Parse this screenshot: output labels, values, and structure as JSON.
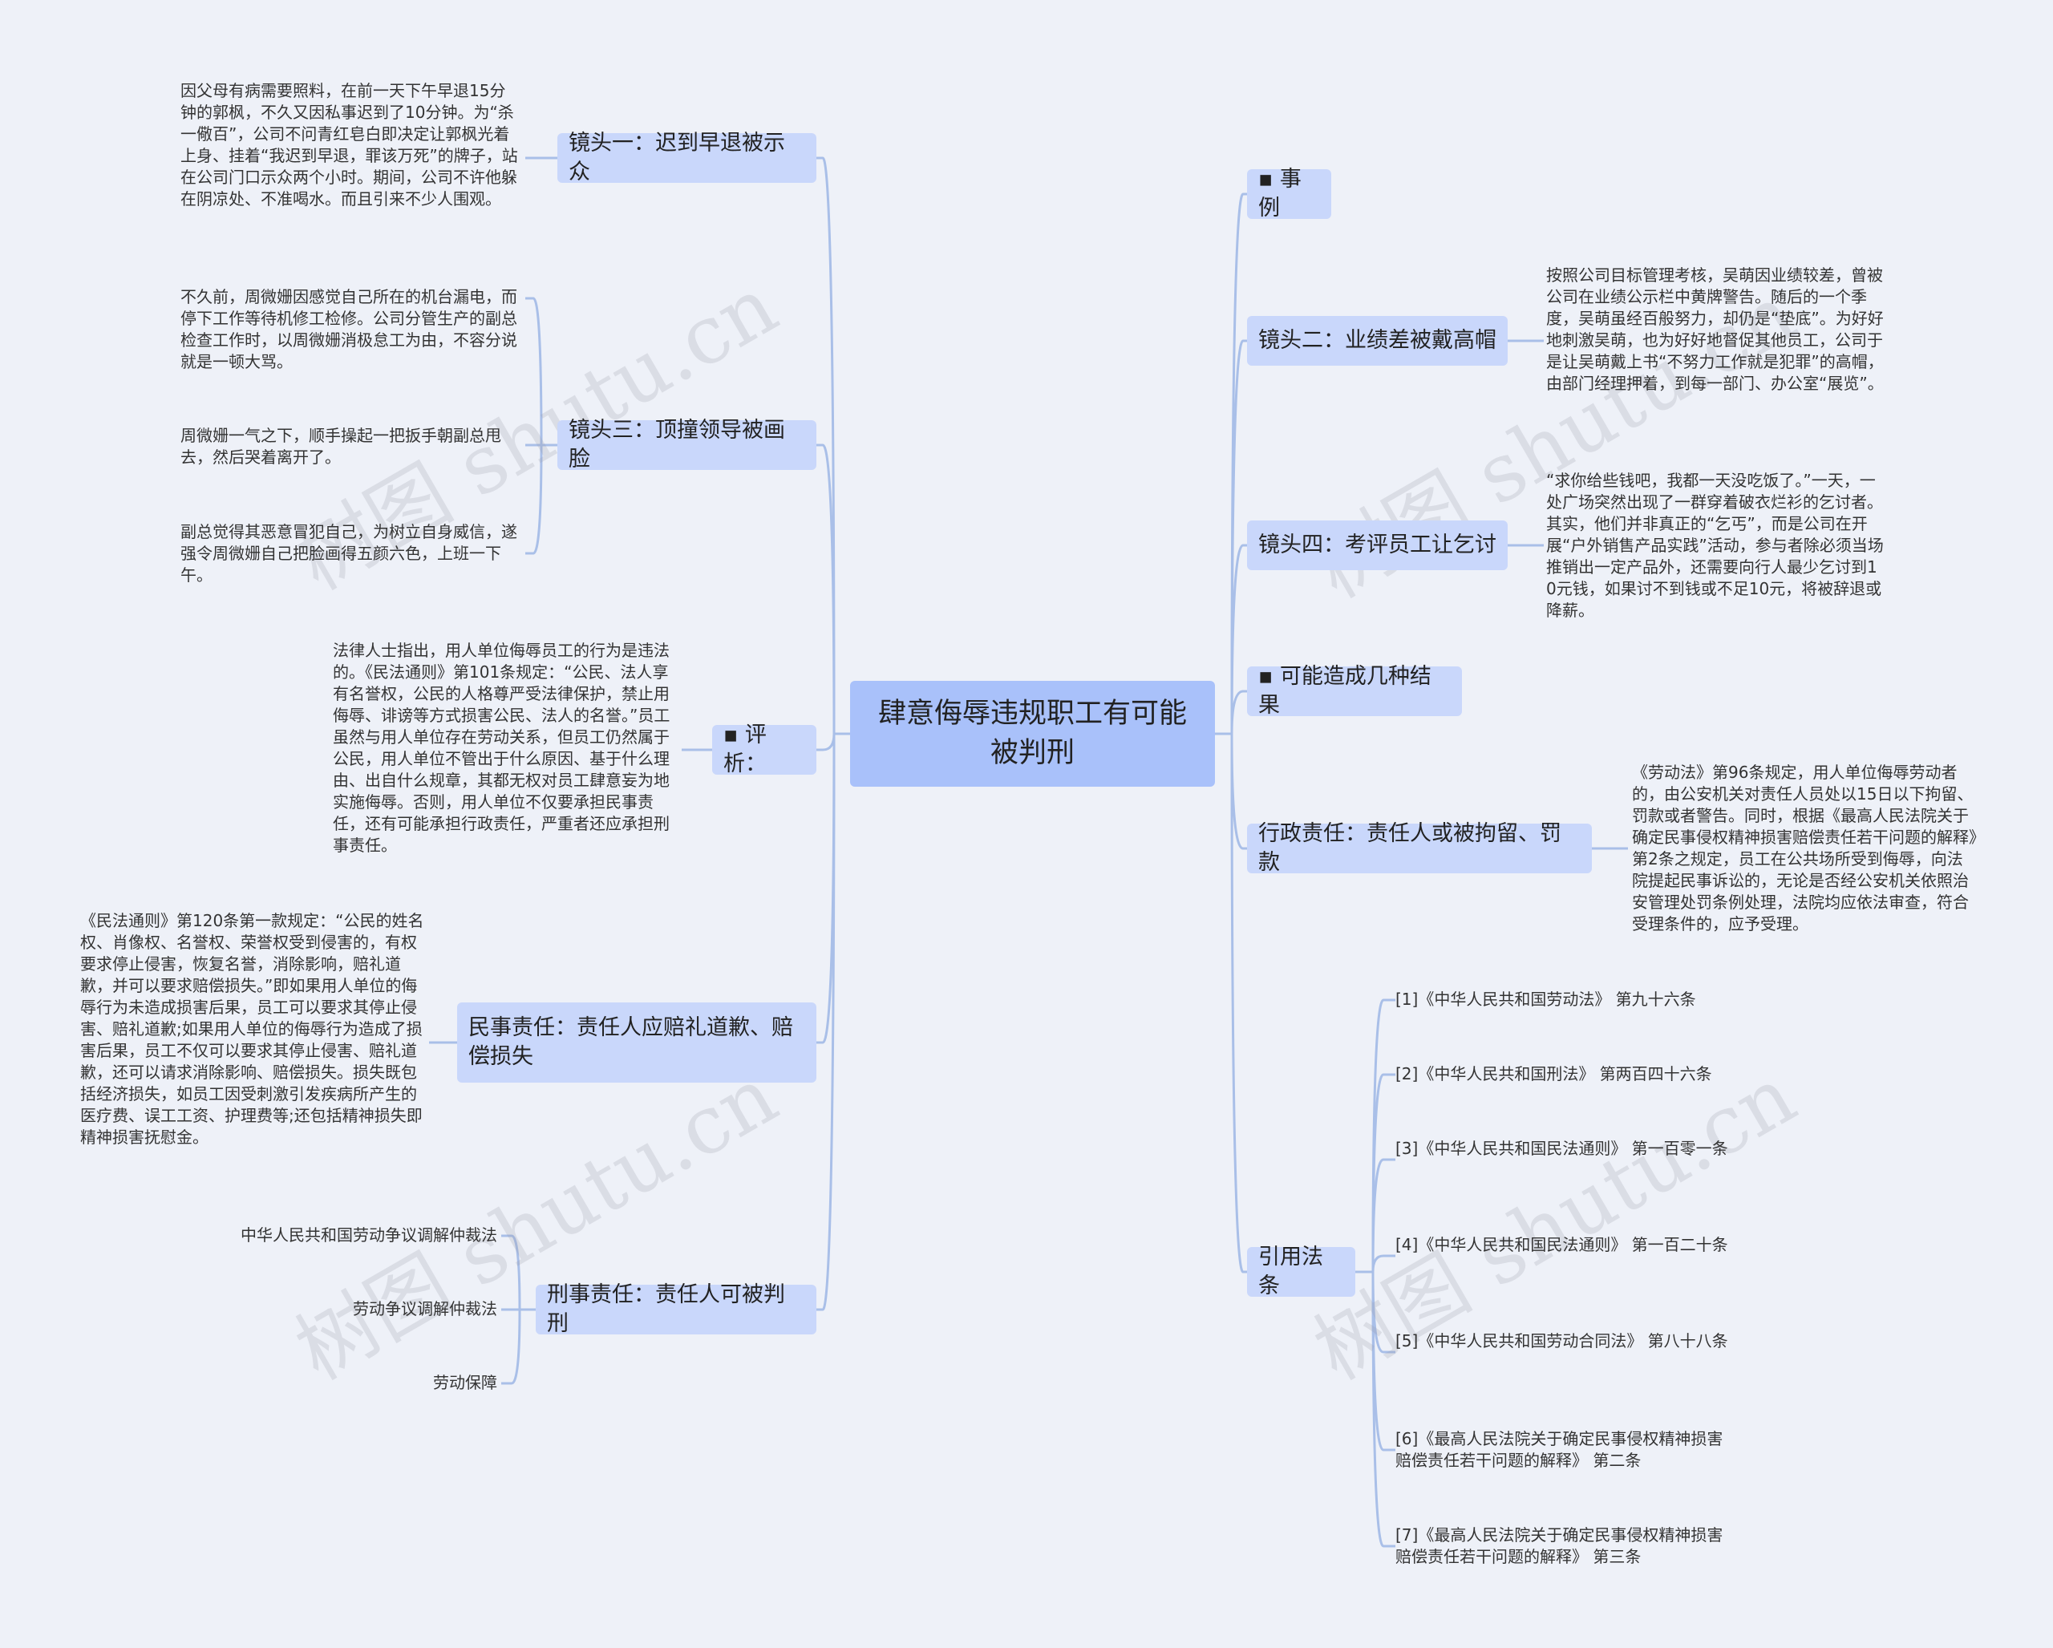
{
  "root": "肆意侮辱违规职工有可能被判刑",
  "left": {
    "jt1": {
      "label": "镜头一：迟到早退被示众",
      "text": "因父母有病需要照料，在前一天下午早退15分钟的郭枫，不久又因私事迟到了10分钟。为“杀一儆百”，公司不问青红皂白即决定让郭枫光着上身、挂着“我迟到早退，罪该万死”的牌子，站在公司门口示众两个小时。期间，公司不许他躲在阴凉处、不准喝水。而且引来不少人围观。"
    },
    "jt3": {
      "label": "镜头三：顶撞领导被画脸",
      "texts": [
        "不久前，周微姗因感觉自己所在的机台漏电，而停下工作等待机修工检修。公司分管生产的副总检查工作时，以周微姗消极怠工为由，不容分说就是一顿大骂。",
        "周微姗一气之下，顺手操起一把扳手朝副总甩去，然后哭着离开了。",
        "副总觉得其恶意冒犯自己，为树立自身威信，遂强令周微姗自己把脸画得五颜六色，上班一下午。"
      ]
    },
    "pingxi": {
      "label": "▪ 评析：",
      "text": "法律人士指出，用人单位侮辱员工的行为是违法的。《民法通则》第101条规定：“公民、法人享有名誉权，公民的人格尊严受法律保护，禁止用侮辱、诽谤等方式损害公民、法人的名誉。”员工虽然与用人单位存在劳动关系，但员工仍然属于公民，用人单位不管出于什么原因、基于什么理由、出自什么规章，其都无权对员工肆意妄为地实施侮辱。否则，用人单位不仅要承担民事责任，还有可能承担行政责任，严重者还应承担刑事责任。"
    },
    "minshi": {
      "label": "民事责任：责任人应赔礼道歉、赔偿损失",
      "text": "《民法通则》第120条第一款规定：“公民的姓名权、肖像权、名誉权、荣誉权受到侵害的，有权要求停止侵害，恢复名誉，消除影响，赔礼道歉，并可以要求赔偿损失。”即如果用人单位的侮辱行为未造成损害后果，员工可以要求其停止侵害、赔礼道歉;如果用人单位的侮辱行为造成了损害后果，员工不仅可以要求其停止侵害、赔礼道歉，还可以请求消除影响、赔偿损失。损失既包括经济损失，如员工因受刺激引发疾病所产生的医疗费、误工工资、护理费等;还包括精神损失即精神损害抚慰金。"
    },
    "xingshi": {
      "label": "刑事责任：责任人可被判刑",
      "items": [
        "中华人民共和国劳动争议调解仲裁法",
        "劳动争议调解仲裁法",
        "劳动保障"
      ]
    }
  },
  "right": {
    "shili": {
      "label": "▪ 事例"
    },
    "jt2": {
      "label": "镜头二：业绩差被戴高帽",
      "text": "按照公司目标管理考核，吴萌因业绩较差，曾被公司在业绩公示栏中黄牌警告。随后的一个季度，吴萌虽经百般努力，却仍是“垫底”。为好好地刺激吴萌，也为好好地督促其他员工，公司于是让吴萌戴上书“不努力工作就是犯罪”的高帽，由部门经理押着，到每一部门、办公室“展览”。"
    },
    "jt4": {
      "label": "镜头四：考评员工让乞讨",
      "text": "“求你给些钱吧，我都一天没吃饭了。”一天，一处广场突然出现了一群穿着破衣烂衫的乞讨者。其实，他们并非真正的“乞丐”，而是公司在开展“户外销售产品实践”活动，参与者除必须当场推销出一定产品外，还需要向行人最少乞讨到10元钱，如果讨不到钱或不足10元，将被辞退或降薪。"
    },
    "kn": {
      "label": "▪ 可能造成几种结果"
    },
    "xz": {
      "label": "行政责任：责任人或被拘留、罚款",
      "text": "《劳动法》第96条规定，用人单位侮辱劳动者的，由公安机关对责任人员处以15日以下拘留、罚款或者警告。同时，根据《最高人民法院关于确定民事侵权精神损害赔偿责任若干问题的解释》第2条之规定，员工在公共场所受到侮辱，向法院提起民事诉讼的，无论是否经公安机关依照治安管理处罚条例处理，法院均应依法审查，符合受理条件的，应予受理。"
    },
    "yy": {
      "label": "引用法条",
      "items": [
        "[1]《中华人民共和国劳动法》 第九十六条",
        "[2]《中华人民共和国刑法》 第两百四十六条",
        "[3]《中华人民共和国民法通则》 第一百零一条",
        "[4]《中华人民共和国民法通则》 第一百二十条",
        "[5]《中华人民共和国劳动合同法》 第八十八条",
        "[6]《最高人民法院关于确定民事侵权精神损害赔偿责任若干问题的解释》 第二条",
        "[7]《最高人民法院关于确定民事侵权精神损害赔偿责任若干问题的解释》 第三条"
      ]
    }
  },
  "watermark": "树图 shutu.cn"
}
